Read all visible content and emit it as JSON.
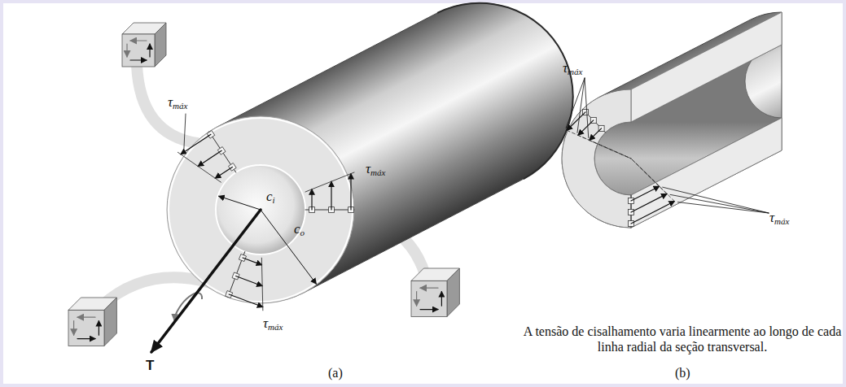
{
  "diagram": {
    "caption": "A tensão de cisalhamento varia linearmente ao longo de cada linha radial da seção transversal.",
    "labels": [
      "τmáx",
      "ci",
      "τmáx",
      "co",
      "τmáx",
      "T",
      "(a)",
      "τmáx",
      "τmáx",
      "(b)"
    ]
  }
}
